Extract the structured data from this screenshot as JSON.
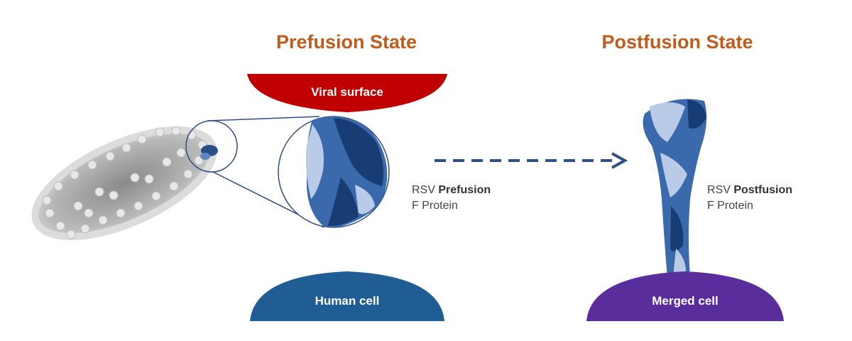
{
  "titles": {
    "prefusion": "Prefusion State",
    "postfusion": "Postfusion State"
  },
  "shapes": {
    "viral_surface": "Viral surface",
    "human_cell": "Human cell",
    "merged_cell": "Merged cell"
  },
  "labels": {
    "prefusion_line1_prefix": "RSV",
    "prefusion_line1_bold": "Prefusion",
    "prefusion_line2": "F Protein",
    "postfusion_line1_prefix": "RSV",
    "postfusion_line1_bold": "Postfusion",
    "postfusion_line2": "F Protein"
  },
  "colors": {
    "title": "#c05c1c",
    "viral_surface": "#c00000",
    "human_cell": "#1f5d94",
    "merged_cell": "#5a2d9c",
    "arrow": "#2f4f86",
    "protein_dark": "#183c74",
    "protein_mid": "#3a69ac",
    "protein_light": "#b9cbe6"
  }
}
